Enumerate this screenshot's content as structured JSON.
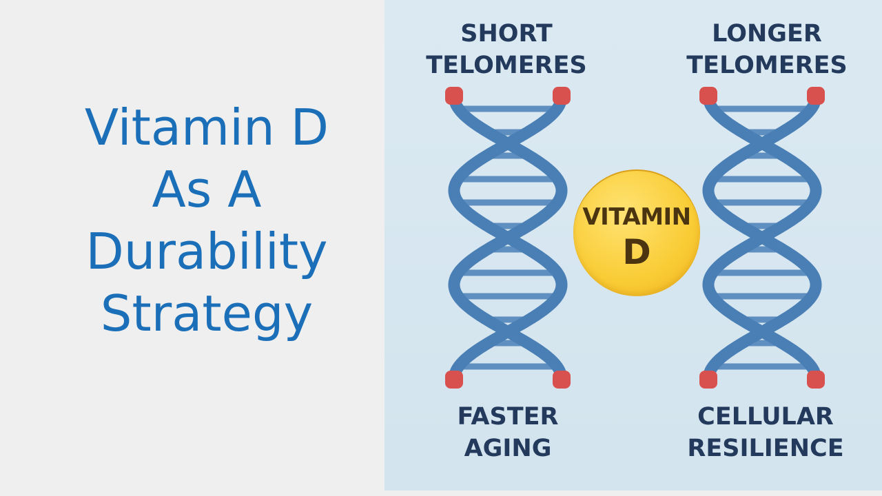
{
  "title": {
    "lines": [
      "Vitamin D",
      "As A",
      "Durability",
      "Strategy"
    ]
  },
  "diagram": {
    "left_top": [
      "SHORT",
      "TELOMERES"
    ],
    "right_top": [
      "LONGER",
      "TELOMERES"
    ],
    "left_bottom": [
      "FASTER",
      "AGING"
    ],
    "right_bottom": [
      "CELLULAR",
      "RESILIENCE"
    ],
    "pill": [
      "VITAMIN",
      "D"
    ]
  },
  "colors": {
    "title": "#1b6fb8",
    "strand": "#4a7fb5",
    "telomere": "#d9514e",
    "label": "#233a5c",
    "pill": "#f9cc35",
    "panel_bg": "#d8e7f0"
  },
  "icons": [
    "dna-helix-icon",
    "vitamin-d-pill-icon"
  ]
}
